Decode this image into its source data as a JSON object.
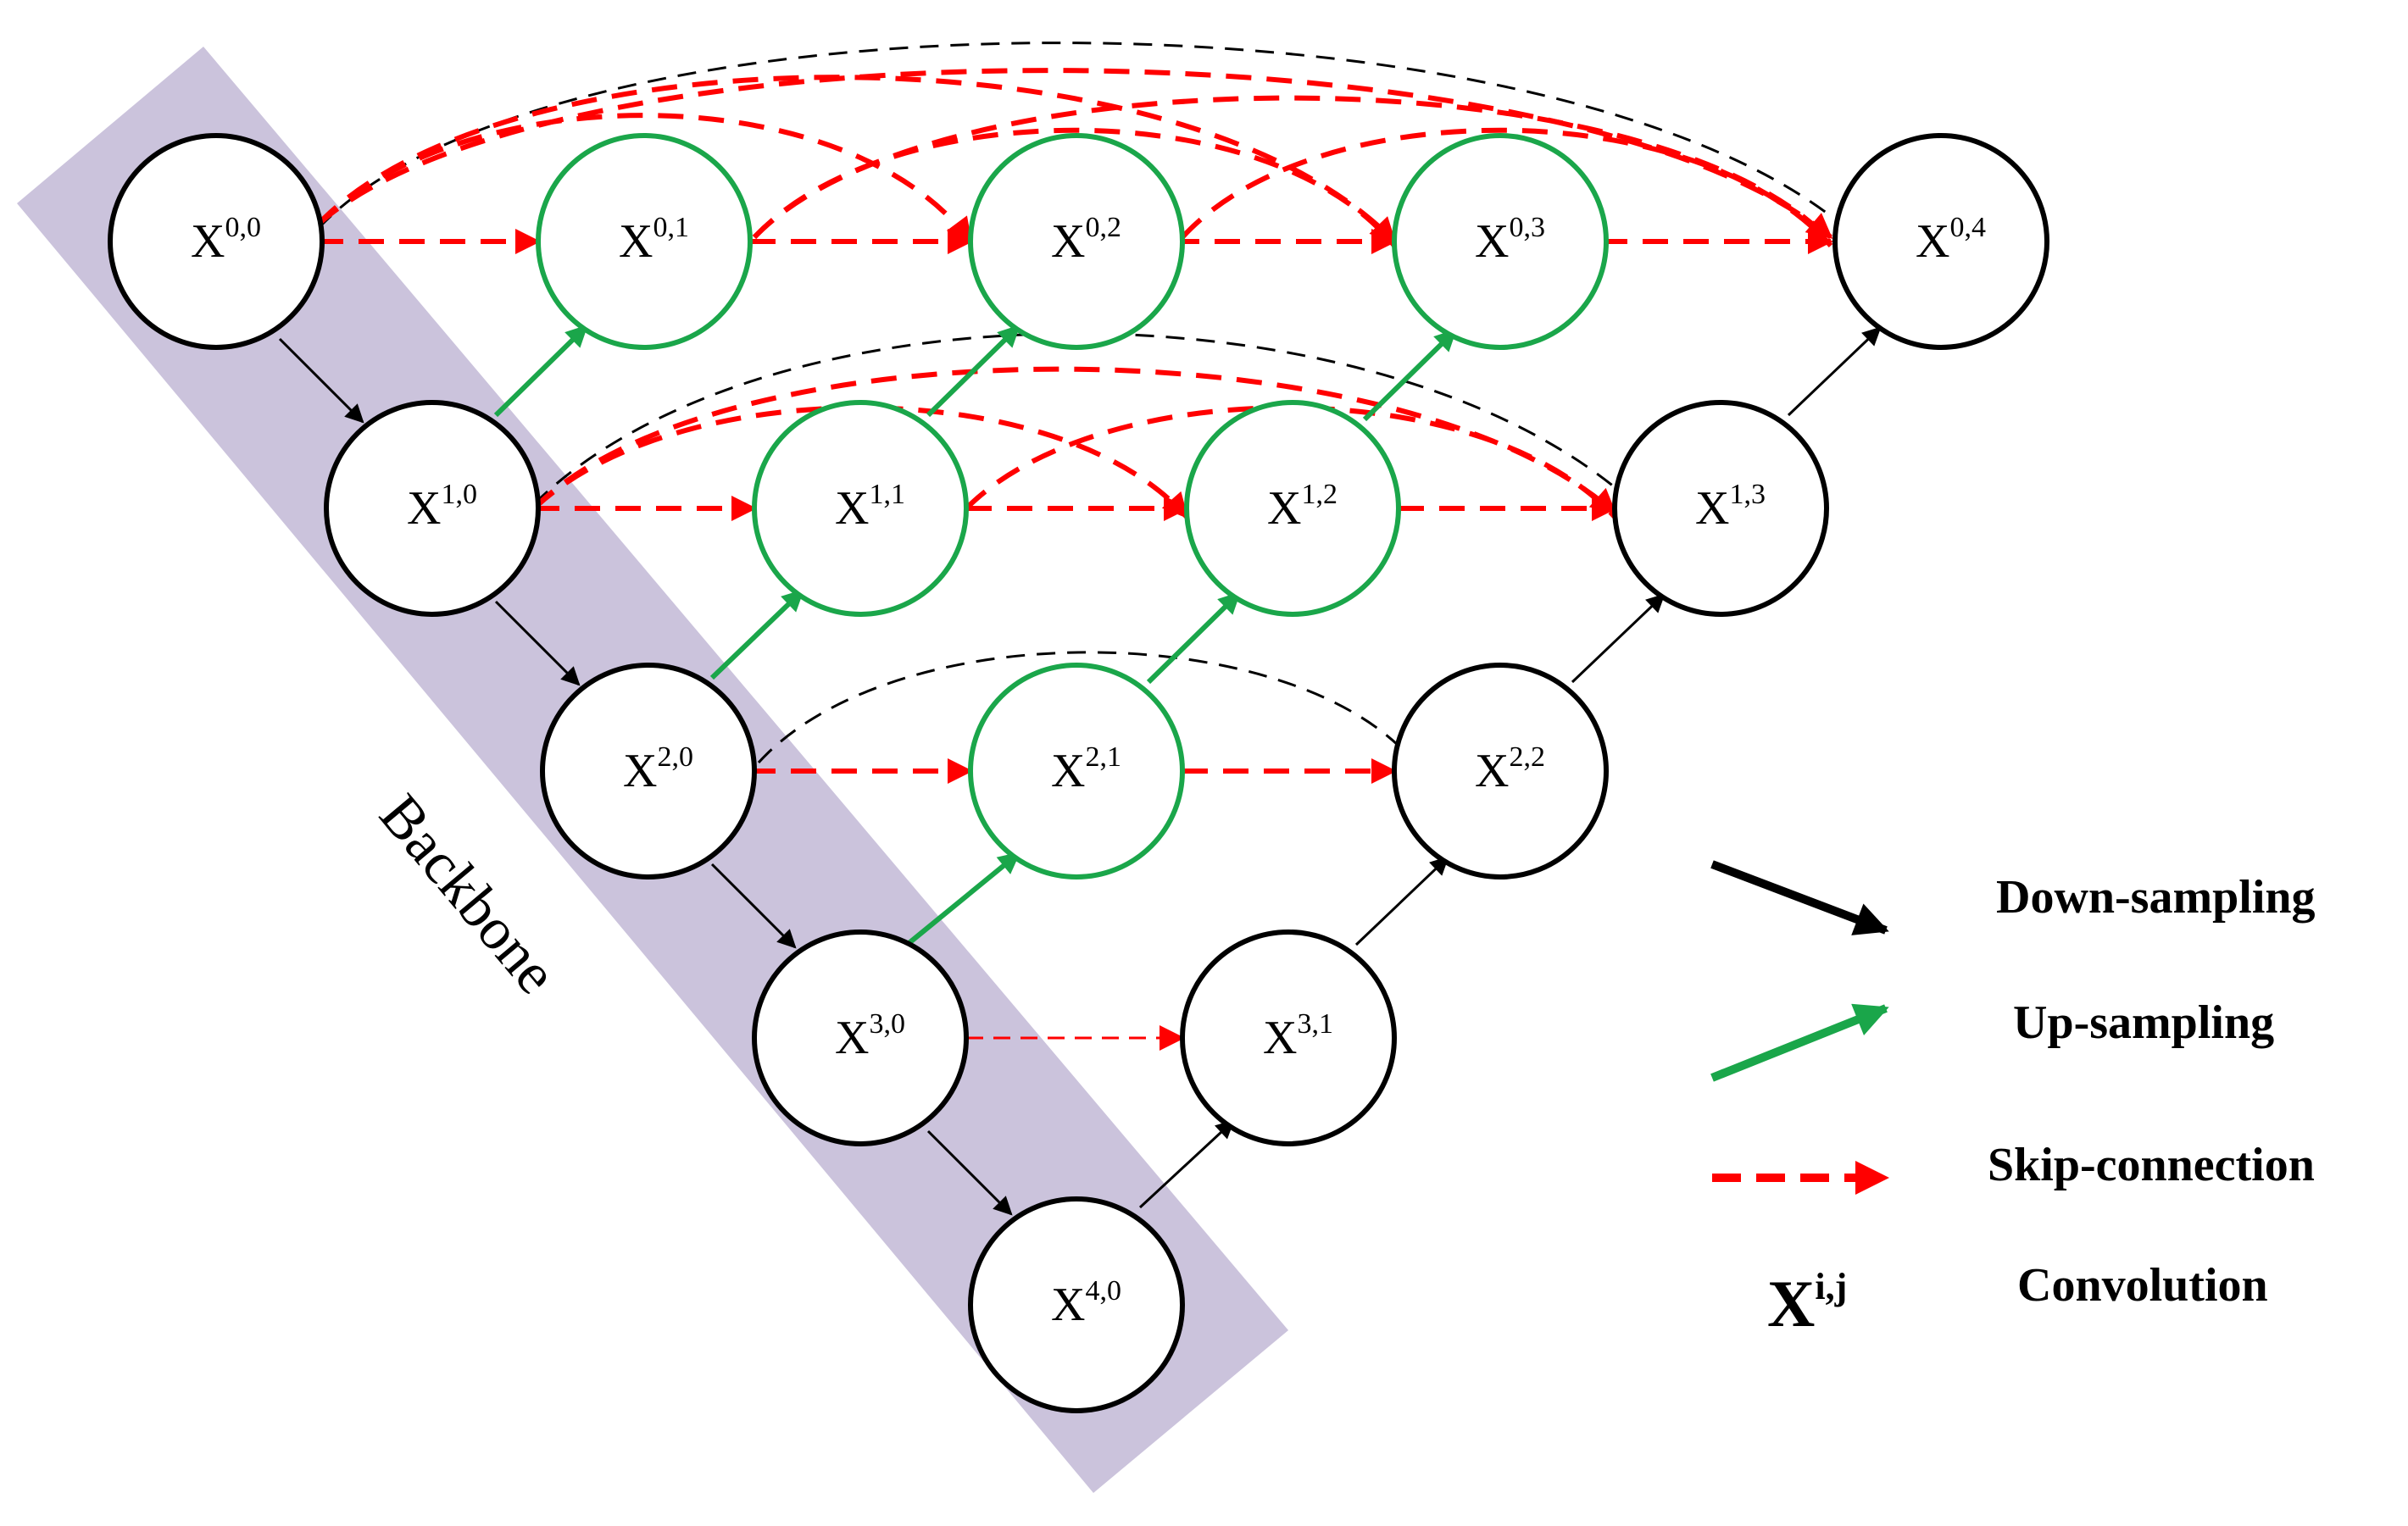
{
  "backbone": {
    "label": "Backbone"
  },
  "nodes": [
    {
      "id": "x00",
      "base": "X",
      "sup": "0,0",
      "kind": "encoder"
    },
    {
      "id": "x10",
      "base": "X",
      "sup": "1,0",
      "kind": "encoder"
    },
    {
      "id": "x20",
      "base": "X",
      "sup": "2,0",
      "kind": "encoder"
    },
    {
      "id": "x30",
      "base": "X",
      "sup": "3,0",
      "kind": "encoder"
    },
    {
      "id": "x40",
      "base": "X",
      "sup": "4,0",
      "kind": "encoder"
    },
    {
      "id": "x01",
      "base": "X",
      "sup": "0,1",
      "kind": "nested"
    },
    {
      "id": "x02",
      "base": "X",
      "sup": "0,2",
      "kind": "nested"
    },
    {
      "id": "x03",
      "base": "X",
      "sup": "0,3",
      "kind": "nested"
    },
    {
      "id": "x11",
      "base": "X",
      "sup": "1,1",
      "kind": "nested"
    },
    {
      "id": "x12",
      "base": "X",
      "sup": "1,2",
      "kind": "nested"
    },
    {
      "id": "x21",
      "base": "X",
      "sup": "2,1",
      "kind": "nested"
    },
    {
      "id": "x04",
      "base": "X",
      "sup": "0,4",
      "kind": "decoder"
    },
    {
      "id": "x13",
      "base": "X",
      "sup": "1,3",
      "kind": "decoder"
    },
    {
      "id": "x22",
      "base": "X",
      "sup": "2,2",
      "kind": "decoder"
    },
    {
      "id": "x31",
      "base": "X",
      "sup": "3,1",
      "kind": "decoder"
    }
  ],
  "legend": {
    "down_sampling": "Down-sampling",
    "up_sampling": "Up-sampling",
    "skip_connection": "Skip-connection",
    "convolution_symbol": "X",
    "convolution_sup": "i,j",
    "convolution": "Convolution"
  },
  "colors": {
    "encoder_stroke": "#000000",
    "nested_stroke": "#1aa64a",
    "up_arrow": "#1aa64a",
    "down_arrow": "#000000",
    "skip": "#ff0000",
    "backbone_band": "#cbc3dc"
  }
}
